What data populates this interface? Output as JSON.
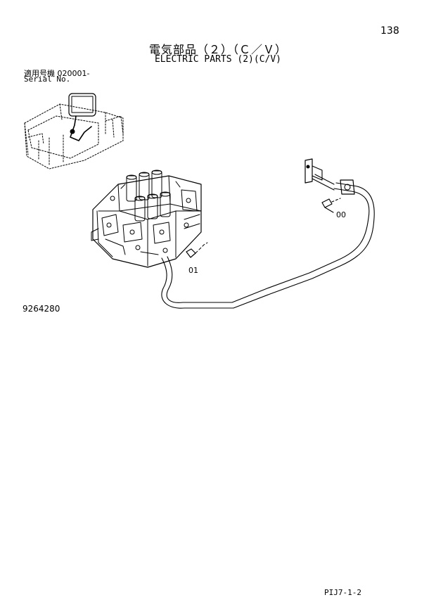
{
  "header": {
    "page_number": "138",
    "title_jp": "電気部品（２）（Ｃ／Ｖ）",
    "title_en": "ELECTRIC PARTS (2)(C/V)"
  },
  "serial": {
    "label_jp": "適用号機  020001-",
    "label_en": "Serial No."
  },
  "drawing": {
    "reference_number": "9264280",
    "callouts": [
      "00",
      "01"
    ]
  },
  "footer": {
    "code": "PIJ7-1-2"
  }
}
